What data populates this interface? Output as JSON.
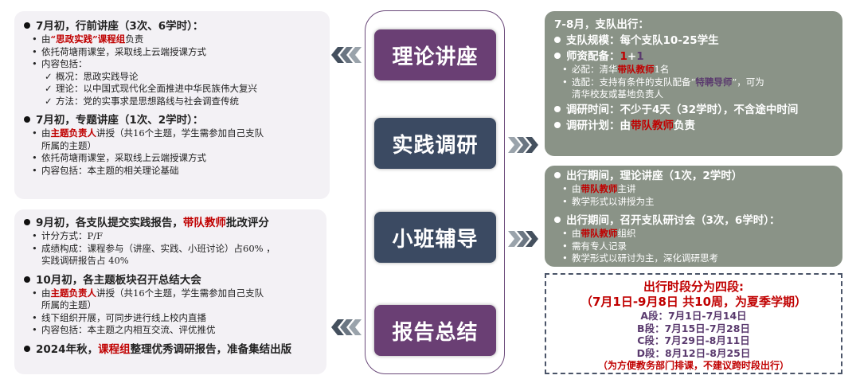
{
  "colors": {
    "accent_purple": "#6a3f74",
    "accent_navy": "#3b4a62",
    "highlight_red": "#c00000",
    "panel_gray": "#8a9387",
    "panel_light": "#f3f1f5"
  },
  "center": {
    "buttons": [
      {
        "label": "理论讲座",
        "style": "purple"
      },
      {
        "label": "实践调研",
        "style": "navy"
      },
      {
        "label": "小班辅导",
        "style": "navy"
      },
      {
        "label": "报告总结",
        "style": "purple"
      }
    ]
  },
  "left_top": [
    {
      "t": "h",
      "segs": [
        [
          "7月初，行前讲座（3次、6学时）：",
          ""
        ]
      ]
    },
    {
      "t": "s",
      "segs": [
        [
          "由",
          ""
        ],
        [
          "“思政实践”课程组",
          "red"
        ],
        [
          "负责",
          ""
        ]
      ]
    },
    {
      "t": "s",
      "segs": [
        [
          "依托荷塘雨课堂，采取线上云端授课方式",
          ""
        ]
      ]
    },
    {
      "t": "s",
      "segs": [
        [
          "内容包括：",
          ""
        ]
      ]
    },
    {
      "t": "c",
      "segs": [
        [
          "概况：思政实践导论",
          ""
        ]
      ]
    },
    {
      "t": "c",
      "segs": [
        [
          "理论：以中国式现代化全面推进中华民族伟大复兴",
          ""
        ]
      ]
    },
    {
      "t": "c",
      "segs": [
        [
          "方法：党的实事求是思想路线与社会调查传统",
          ""
        ]
      ]
    },
    {
      "t": "gap"
    },
    {
      "t": "h",
      "segs": [
        [
          "7月初，专题讲座（1次、2学时）：",
          ""
        ]
      ]
    },
    {
      "t": "s",
      "segs": [
        [
          "由",
          ""
        ],
        [
          "主题负责人",
          "red"
        ],
        [
          "讲授（共16个主题，学生需参加自己支队",
          ""
        ]
      ]
    },
    {
      "t": "cont",
      "segs": [
        [
          "所属的主题）",
          ""
        ]
      ]
    },
    {
      "t": "s",
      "segs": [
        [
          "依托荷塘雨课堂，采取线上云端授课方式",
          ""
        ]
      ]
    },
    {
      "t": "s",
      "segs": [
        [
          "内容包括：本主题的相关理论基础",
          ""
        ]
      ]
    }
  ],
  "left_bottom": [
    {
      "t": "h",
      "segs": [
        [
          "9月初，各支队提交实践报告，",
          ""
        ],
        [
          "带队教师",
          "red"
        ],
        [
          "批改评分",
          ""
        ]
      ]
    },
    {
      "t": "s",
      "segs": [
        [
          "计分方式：P/F",
          ""
        ]
      ]
    },
    {
      "t": "s",
      "segs": [
        [
          "成绩构成：课程参与（讲座、实践、小班讨论）占60% ，",
          ""
        ]
      ]
    },
    {
      "t": "cont",
      "segs": [
        [
          "实践调研报告占 40%",
          ""
        ]
      ]
    },
    {
      "t": "gap"
    },
    {
      "t": "h",
      "segs": [
        [
          "10月初，各主题板块召开总结大会",
          ""
        ]
      ]
    },
    {
      "t": "s",
      "segs": [
        [
          "由",
          ""
        ],
        [
          "主题负责人",
          "red"
        ],
        [
          "讲授（共16个主题，学生需参加自己支队",
          ""
        ]
      ]
    },
    {
      "t": "cont",
      "segs": [
        [
          "所属的主题）",
          ""
        ]
      ]
    },
    {
      "t": "s",
      "segs": [
        [
          "线下组织开展，可同步进行线上校内直播",
          ""
        ]
      ]
    },
    {
      "t": "s",
      "segs": [
        [
          "内容包括：本主题之内相互交流、评优推优",
          ""
        ]
      ]
    },
    {
      "t": "gap"
    },
    {
      "t": "h",
      "segs": [
        [
          "2024年秋，",
          ""
        ],
        [
          "课程组",
          "red"
        ],
        [
          "整理优秀调研报告，准备集结出版",
          ""
        ]
      ]
    }
  ],
  "right_top": [
    {
      "t": "title",
      "segs": [
        [
          "7-8月，支队出行：",
          ""
        ]
      ]
    },
    {
      "t": "h",
      "segs": [
        [
          "支队规模：每个支队10-25学生",
          ""
        ]
      ]
    },
    {
      "t": "h",
      "segs": [
        [
          "师资配备：",
          ""
        ],
        [
          "1",
          "red"
        ],
        [
          "+",
          ""
        ],
        [
          "1",
          "pur"
        ]
      ]
    },
    {
      "t": "s",
      "segs": [
        [
          "必配：清华",
          ""
        ],
        [
          "带队教师",
          "red"
        ],
        [
          "1名",
          ""
        ]
      ]
    },
    {
      "t": "s",
      "segs": [
        [
          "选配：支持有条件的支队配备“",
          ""
        ],
        [
          "特聘导师",
          "pur"
        ],
        [
          "”，可为",
          ""
        ]
      ]
    },
    {
      "t": "cont",
      "segs": [
        [
          "清华校友或基地负责人",
          ""
        ]
      ]
    },
    {
      "t": "h",
      "segs": [
        [
          "调研时间：不少于4天（32学时），不含途中时间",
          ""
        ]
      ]
    },
    {
      "t": "h",
      "segs": [
        [
          "调研计划：由",
          ""
        ],
        [
          "带队教师",
          "red"
        ],
        [
          "负责",
          ""
        ]
      ]
    }
  ],
  "right_mid": [
    {
      "t": "h",
      "segs": [
        [
          "出行期间，理论讲座（1次，2学时）",
          ""
        ]
      ]
    },
    {
      "t": "s",
      "segs": [
        [
          "由",
          ""
        ],
        [
          "带队教师",
          "red"
        ],
        [
          "主讲",
          ""
        ]
      ]
    },
    {
      "t": "s",
      "segs": [
        [
          "教学形式以讲授为主",
          ""
        ]
      ]
    },
    {
      "t": "gap"
    },
    {
      "t": "h",
      "segs": [
        [
          "出行期间，召开支队研讨会（3次，6学时）：",
          ""
        ]
      ]
    },
    {
      "t": "s",
      "segs": [
        [
          "由",
          ""
        ],
        [
          "带队教师",
          "red"
        ],
        [
          "组织",
          ""
        ]
      ]
    },
    {
      "t": "s",
      "segs": [
        [
          "需有专人记录",
          ""
        ]
      ]
    },
    {
      "t": "s",
      "segs": [
        [
          "教学形式以研讨为主，深化调研思考",
          ""
        ]
      ]
    }
  ],
  "schedule": {
    "title": "出行时段分为四段:",
    "range": "（7月1日-9月8日 共10周，为夏季学期）",
    "segments": [
      "A段：7月1日-7月14日",
      "B段：7月15日-7月28日",
      "C段：7月29日-8月11日",
      "D段：8月12日-8月25日"
    ],
    "note": "（为方便教务部门排课，不建议跨时段出行）"
  },
  "icons": {
    "arrow_left": "triple-chevron-left-icon",
    "arrow_right": "triple-chevron-right-icon"
  }
}
